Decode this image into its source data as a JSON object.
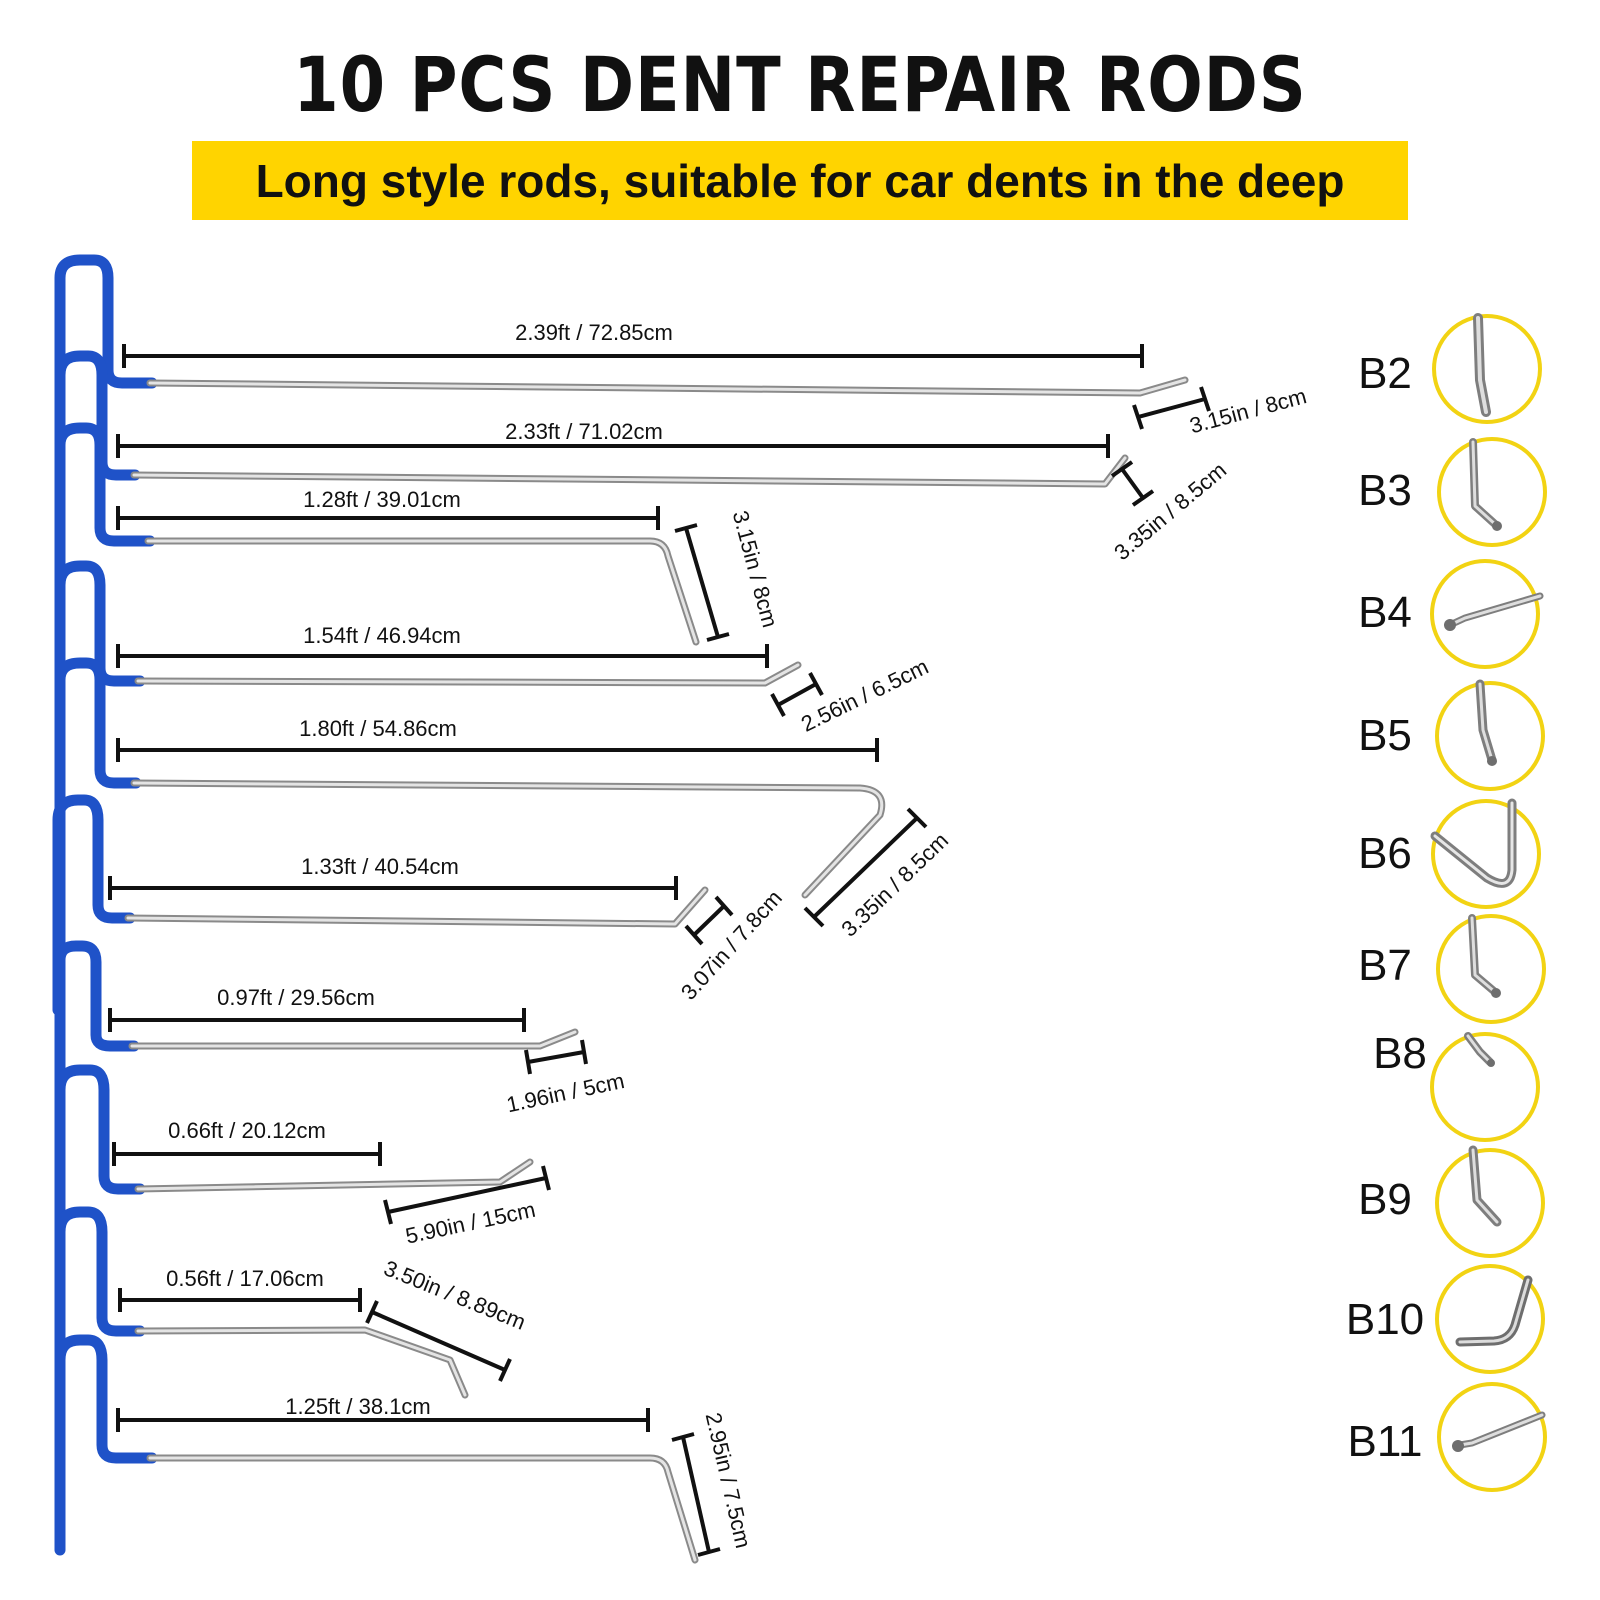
{
  "title": "10 PCS DENT REPAIR RODS",
  "subtitle": "Long style rods, suitable for car dents in the deep",
  "colors": {
    "handle_blue": "#1f52c8",
    "banner_yellow": "#ffd400",
    "circle_yellow": "#f2d313",
    "rod_silver": "#b8b8b8"
  },
  "rods": [
    {
      "length": "2.39ft / 72.85cm",
      "tip": "3.15in / 8cm"
    },
    {
      "length": "2.33ft / 71.02cm",
      "tip": "3.35in / 8.5cm"
    },
    {
      "length": "1.28ft / 39.01cm",
      "tip": "3.15in / 8cm"
    },
    {
      "length": "1.54ft / 46.94cm",
      "tip": "2.56in / 6.5cm"
    },
    {
      "length": "1.80ft / 54.86cm",
      "tip": "3.35in / 8.5cm"
    },
    {
      "length": "1.33ft / 40.54cm",
      "tip": "3.07in / 7.8cm"
    },
    {
      "length": "0.97ft / 29.56cm",
      "tip": "1.96in / 5cm"
    },
    {
      "length": "0.66ft / 20.12cm",
      "tip": "5.90in / 15cm"
    },
    {
      "length": "0.56ft / 17.06cm",
      "tip": "3.50in / 8.89cm"
    },
    {
      "length": "1.25ft / 38.1cm",
      "tip": "2.95in / 7.5cm"
    }
  ],
  "tip_codes": [
    "B2",
    "B3",
    "B4",
    "B5",
    "B6",
    "B7",
    "B8",
    "B9",
    "B10",
    "B11"
  ]
}
